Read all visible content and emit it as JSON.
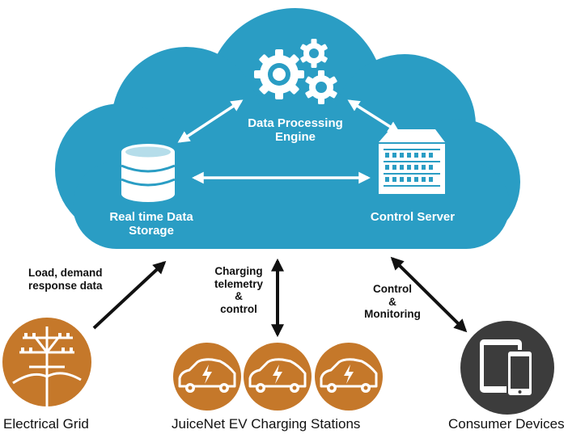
{
  "cloud": {
    "processing_label": [
      "Data Processing",
      "Engine"
    ],
    "storage_label": [
      "Real time Data",
      "Storage"
    ],
    "server_label": "Control Server"
  },
  "links": {
    "grid_label": [
      "Load, demand",
      "response data"
    ],
    "stations_label": [
      "Charging",
      "telemetry",
      "&",
      "control"
    ],
    "devices_label": [
      "Control",
      "&",
      "Monitoring"
    ]
  },
  "bottom": {
    "grid": "Electrical Grid",
    "stations": "JuiceNet EV Charging Stations",
    "devices": "Consumer Devices"
  },
  "icons": {
    "processing": "gears-icon",
    "storage": "database-icon",
    "server": "server-rack-icon",
    "grid": "power-pole-icon",
    "stations": "electric-car-icon",
    "devices": "tablet-phone-icon"
  },
  "colors": {
    "cloud": "#2a9dc4",
    "orange": "#c5782a",
    "dark": "#3c3c3c",
    "arrow_white": "#ffffff",
    "arrow_black": "#111111"
  }
}
